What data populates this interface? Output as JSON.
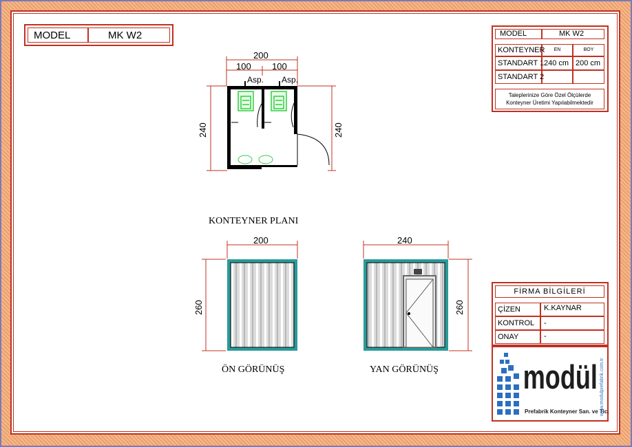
{
  "header": {
    "model_label": "MODEL",
    "model_value": "MK W2"
  },
  "info_table": {
    "model_label": "MODEL",
    "model_value": "MK W2",
    "konteyner_label": "KONTEYNER",
    "col_en": "EN",
    "col_boy": "BOY",
    "standart1_label": "STANDART 1",
    "standart1_en": "240 cm",
    "standart1_boy": "200 cm",
    "standart2_label": "STANDART 2",
    "note_line1": "Taleplerinize Göre Özel Ölçülerde",
    "note_line2": "Konteyner Üretimi Yapılabilmektedir"
  },
  "firma": {
    "title": "FİRMA BİLGİLERİ",
    "rows": [
      {
        "label": "ÇİZEN",
        "value": "K.KAYNAR"
      },
      {
        "label": "KONTROL",
        "value": "-"
      },
      {
        "label": "ONAY",
        "value": "-"
      }
    ]
  },
  "logo": {
    "brand": "modül",
    "tagline": "Prefabrik Konteyner San. ve Tic.",
    "side_text": "www.modulprefabrik.com.tr"
  },
  "plan": {
    "title": "KONTEYNER PLANI",
    "dim_total_width": "200",
    "dim_left": "100",
    "dim_right": "100",
    "dim_height_left": "240",
    "dim_height_right": "240",
    "asp_left": "Asp.",
    "asp_right": "Asp."
  },
  "front_view": {
    "title": "ÖN  GÖRÜNÜŞ",
    "dim_width": "200",
    "dim_height": "260"
  },
  "side_view": {
    "title": "YAN  GÖRÜNÜŞ",
    "dim_width": "240",
    "dim_height": "260"
  },
  "colors": {
    "frame_red": "#c03020",
    "border_orange": "#f4a878",
    "panel_teal": "#2a9a9a",
    "logo_blue": "#2b6fc0",
    "fixture_green": "#33cc44"
  }
}
